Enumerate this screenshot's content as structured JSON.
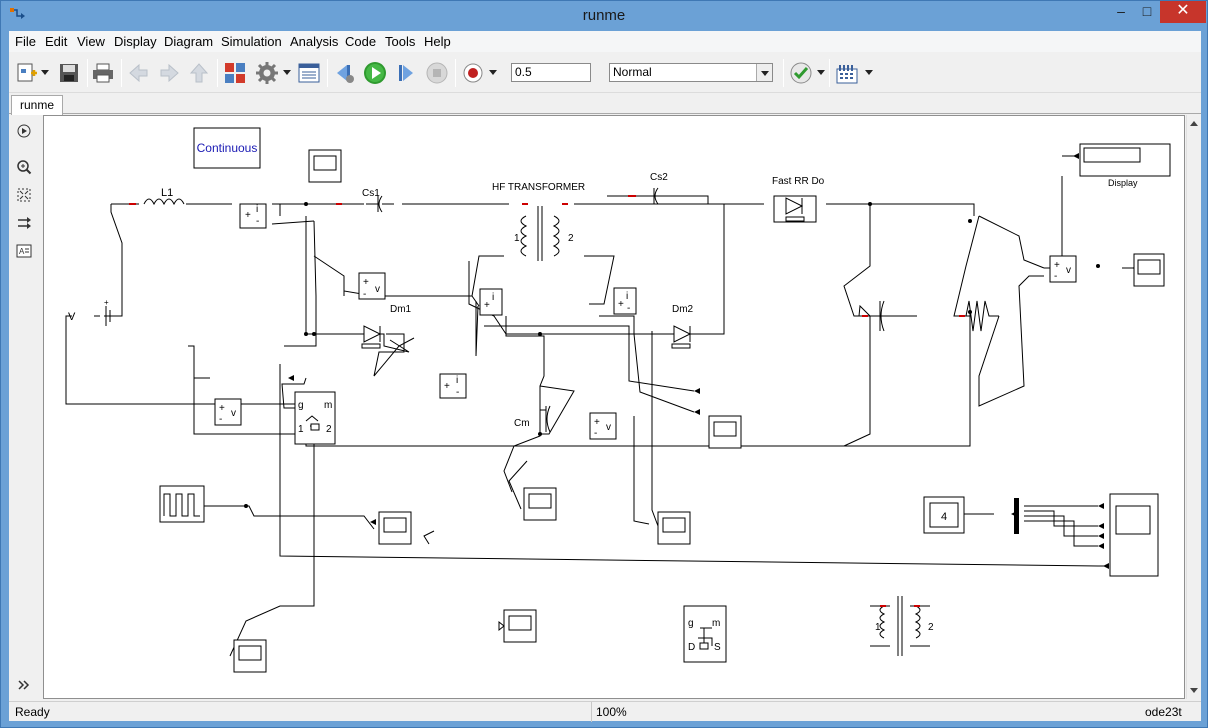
{
  "window": {
    "title": "runme"
  },
  "menu": [
    "File",
    "Edit",
    "View",
    "Display",
    "Diagram",
    "Simulation",
    "Analysis",
    "Code",
    "Tools",
    "Help"
  ],
  "toolbar": {
    "stop_time": "0.5",
    "sim_mode": "Normal"
  },
  "tabs": [
    {
      "label": "runme"
    }
  ],
  "model": {
    "powergui_label": "Continuous",
    "L1": "L1",
    "Cs1": "Cs1",
    "hf_transformer": "HF TRANSFORMER",
    "Cs2": "Cs2",
    "fast_diode": "Fast RR Do",
    "Dm1": "Dm1",
    "Dm2": "Dm2",
    "Cm": "Cm",
    "display_label": "Display",
    "constant_value": "4",
    "V_source": "V",
    "winding1": "1",
    "winding2": "2",
    "sw_g": "g",
    "sw_m": "m",
    "sw_1": "1",
    "sw_2": "2",
    "mosfet_g": "g",
    "mosfet_m": "m",
    "mosfet_d": "D",
    "mosfet_s": "S",
    "vm_plus": "+",
    "vm_minus": "-",
    "vm_v": "v",
    "cm_i": "i"
  },
  "status": {
    "ready": "Ready",
    "zoom": "100%",
    "solver": "ode23t"
  }
}
